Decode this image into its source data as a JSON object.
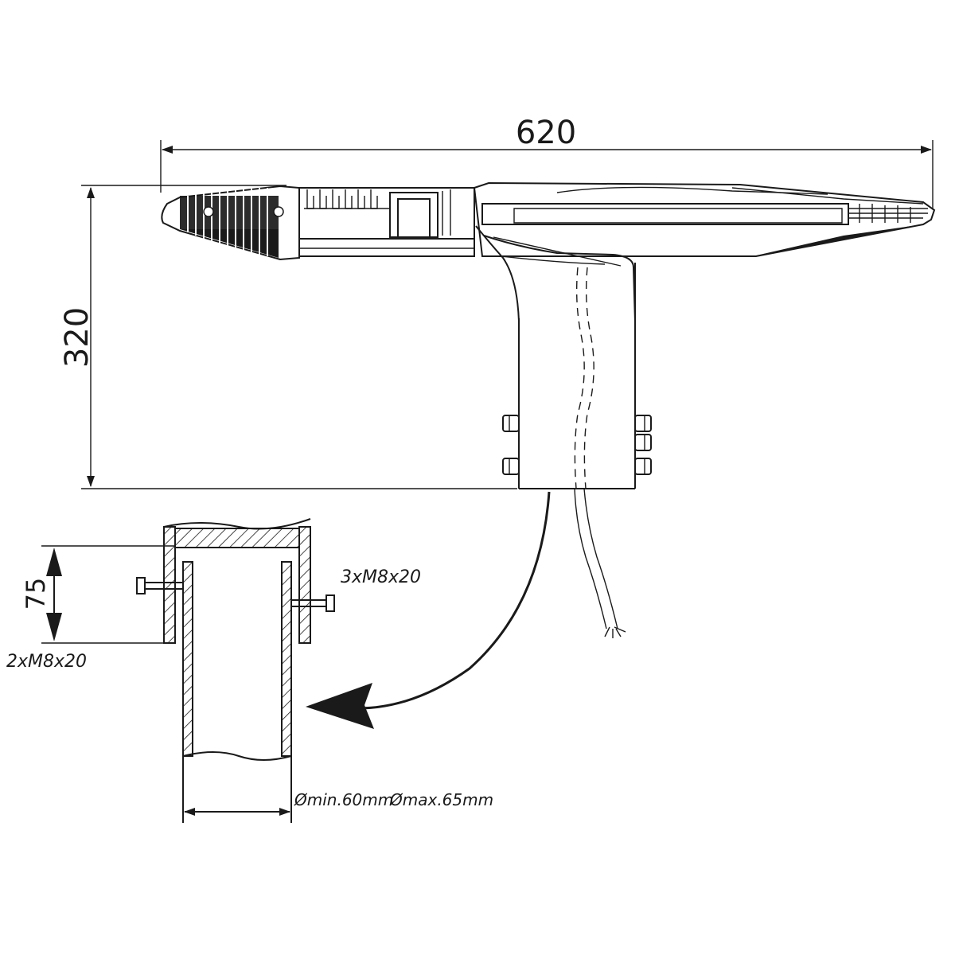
{
  "dimensions": {
    "overall_length": "620",
    "overall_height": "320",
    "sleeve_depth": "75"
  },
  "annotations": {
    "upper_bolts": "3xM8x20",
    "lower_bolts": "2xM8x20",
    "diameter_min": "Ømin.60mm",
    "diameter_max": "Ømax.65mm"
  },
  "colors": {
    "line": "#1a1a1a",
    "background": "#ffffff"
  }
}
